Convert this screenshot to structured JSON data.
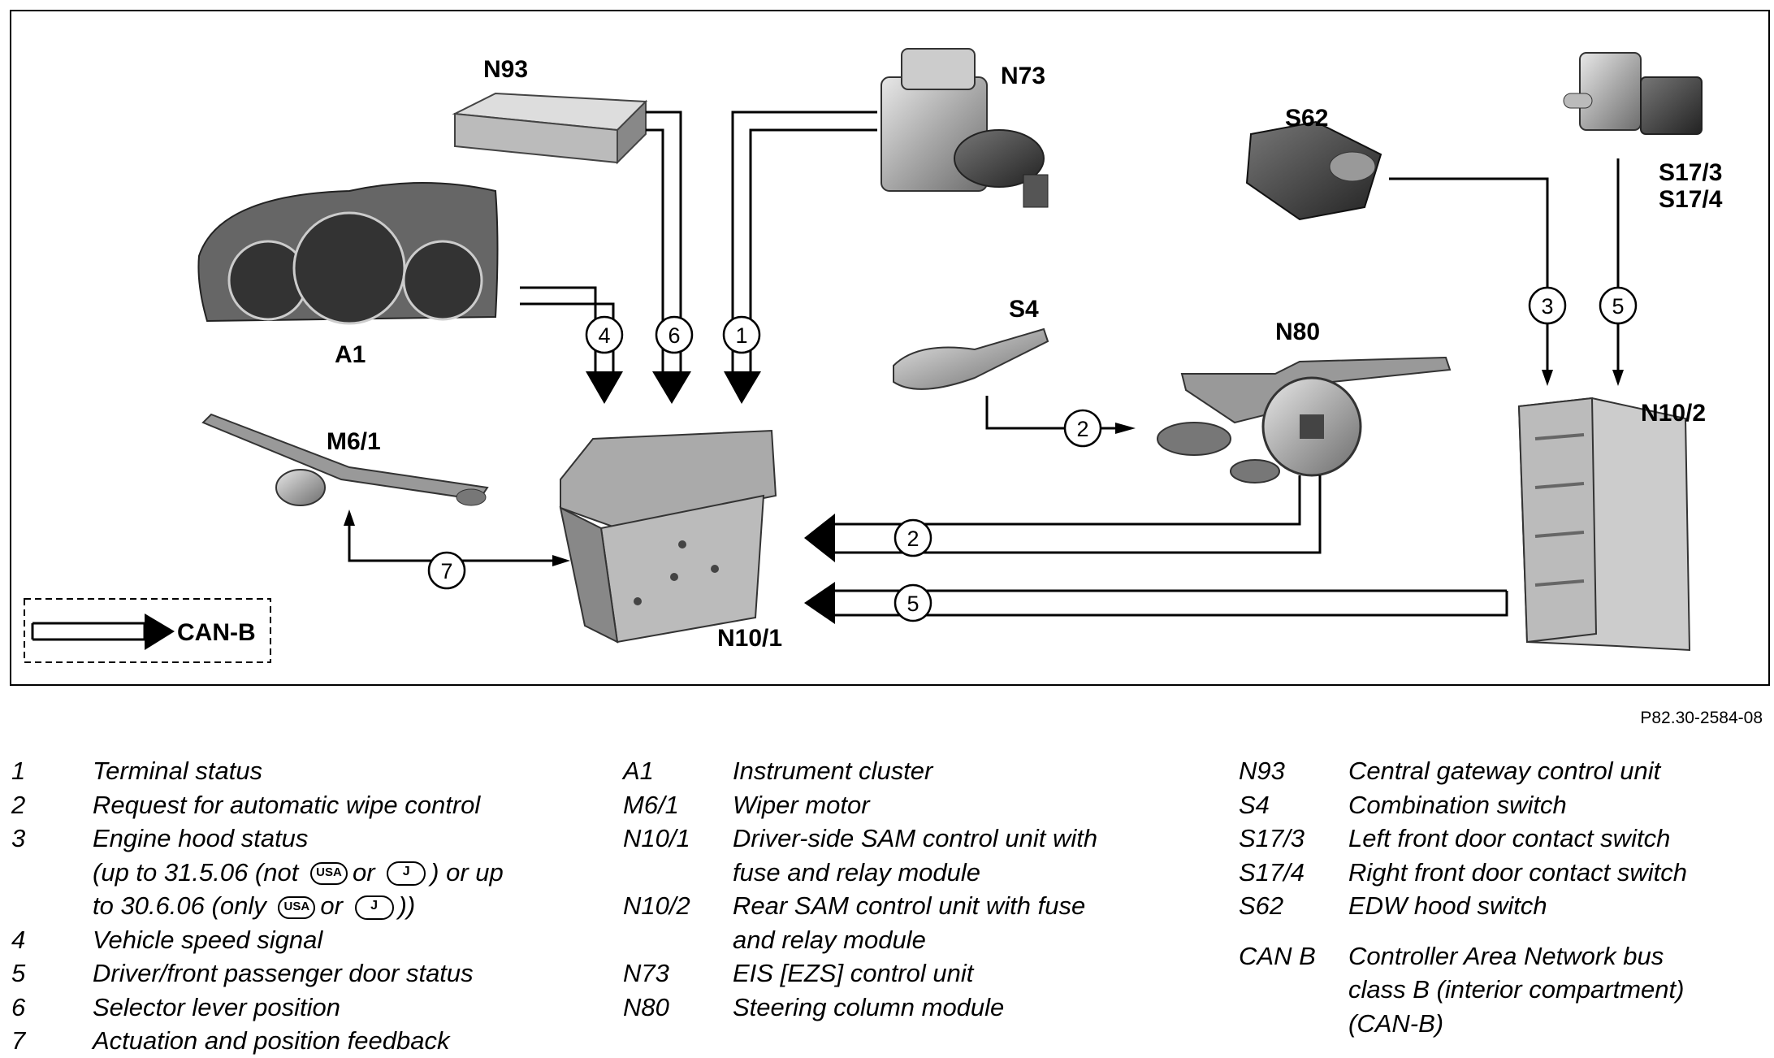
{
  "components": {
    "N93": "N93",
    "N73": "N73",
    "S62": "S62",
    "S17": "S17/3",
    "S17b": "S17/4",
    "A1": "A1",
    "S4": "S4",
    "N80": "N80",
    "M6_1": "M6/1",
    "N10_2": "N10/2",
    "N10_1": "N10/1"
  },
  "signals": [
    "1",
    "2",
    "3",
    "4",
    "5",
    "6",
    "7"
  ],
  "can_legend": "CAN-B",
  "figure_ref": "P82.30-2584-08",
  "legend": {
    "col1": [
      {
        "k": "1",
        "v": "Terminal status"
      },
      {
        "k": "2",
        "v": "Request for automatic wipe control"
      },
      {
        "k": "3",
        "v": "Engine hood status"
      },
      {
        "k": "4",
        "v": "Vehicle speed signal"
      },
      {
        "k": "5",
        "v": "Driver/front passenger door status"
      },
      {
        "k": "6",
        "v": "Selector lever position"
      },
      {
        "k": "7",
        "v": "Actuation and position feedback"
      }
    ],
    "item3_detail": {
      "a": "(up to 31.5.06 (not",
      "or1": "or",
      "b": ") or up",
      "c": "to 30.6.06 (only",
      "or2": "or",
      "d": "))",
      "usa": "USA",
      "j": "J"
    },
    "col2": [
      {
        "k": "A1",
        "v": "Instrument cluster"
      },
      {
        "k": "M6/1",
        "v": "Wiper motor"
      },
      {
        "k": "N10/1",
        "v": "Driver-side SAM control unit with",
        "v2": "fuse and relay module"
      },
      {
        "k": "N10/2",
        "v": "Rear SAM control unit with fuse",
        "v2": "and relay module"
      },
      {
        "k": "N73",
        "v": "EIS [EZS] control unit"
      },
      {
        "k": "N80",
        "v": "Steering column module"
      }
    ],
    "col3": [
      {
        "k": "N93",
        "v": "Central gateway control unit"
      },
      {
        "k": "S4",
        "v": "Combination switch"
      },
      {
        "k": "S17/3",
        "v": "Left front door contact switch"
      },
      {
        "k": "S17/4",
        "v": "Right front door contact switch"
      },
      {
        "k": "S62",
        "v": "EDW hood switch"
      }
    ],
    "can": {
      "k": "CAN B",
      "v": "Controller Area Network bus",
      "v2": "class B (interior compartment)",
      "v3": "(CAN-B)"
    }
  }
}
